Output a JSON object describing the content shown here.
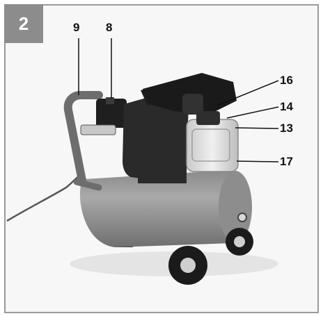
{
  "figure": {
    "number": "2",
    "callouts": {
      "c9": "9",
      "c8": "8",
      "c16": "16",
      "c14": "14",
      "c13": "13",
      "c17": "17"
    }
  }
}
